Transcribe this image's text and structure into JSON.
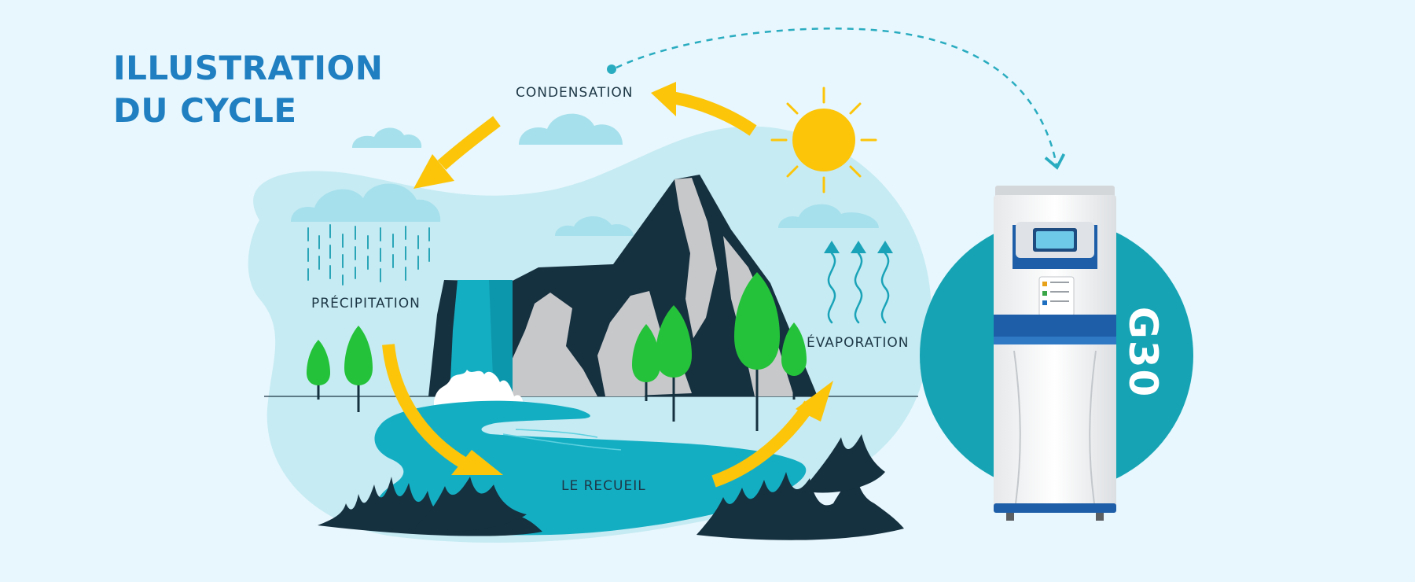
{
  "title": {
    "line1": "ILLUSTRATION",
    "line2": "DU CYCLE"
  },
  "stages": {
    "condensation": "CONDENSATION",
    "precipitation": "PRÉCIPITATION",
    "evaporation": "ÉVAPORATION",
    "collection": "LE RECUEIL"
  },
  "device": {
    "model": "G30"
  },
  "colors": {
    "background": "#e8f7fd",
    "blob": "#c6ebf3",
    "title": "#1f7fc1",
    "label": "#1d3746",
    "arrow": "#fcc50a",
    "sun": "#fcc50a",
    "water": "#14aec3",
    "rock_dark": "#15303f",
    "rock_light": "#c7c8ca",
    "tree": "#24c23a",
    "cloud": "#a6e0ec",
    "teal_circle": "#16a4b4",
    "dashed_path": "#2aacc0"
  },
  "icons": {
    "sun": "sun-icon",
    "clouds": "cloud-icon",
    "rain": "rain-icon",
    "mountain": "mountain-icon",
    "waterfall": "waterfall-icon",
    "trees": "tree-icon",
    "grass": "grass-icon",
    "device": "water-generator-icon"
  }
}
